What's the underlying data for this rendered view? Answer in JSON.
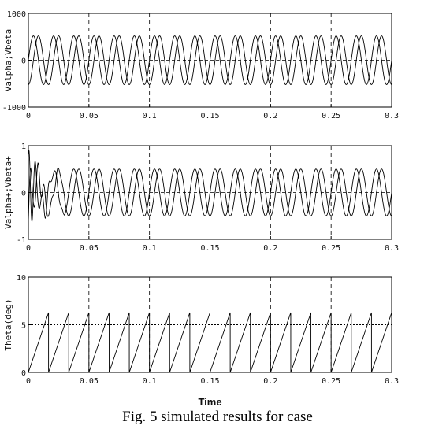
{
  "figure": {
    "caption": "Fig. 5 simulated results for case"
  },
  "chart_data": [
    {
      "type": "line",
      "ylabel": "Valpha;Vbeta",
      "xlabel": "",
      "xlim": [
        0,
        0.3
      ],
      "ylim": [
        -1000,
        1000
      ],
      "xticks": [
        "0",
        "0.05",
        "0.1",
        "0.15",
        "0.2",
        "0.25",
        "0.3"
      ],
      "yticks": [
        "1000",
        "0",
        "-1000"
      ],
      "grid": "dashed vertical lines and zero line",
      "series": [
        {
          "kind": "sine",
          "amplitude": 520,
          "frequency_hz": 60,
          "phase_deg": 0,
          "color": "#000000"
        },
        {
          "kind": "sine",
          "amplitude": 520,
          "frequency_hz": 60,
          "phase_deg": -90,
          "color": "#000000"
        }
      ]
    },
    {
      "type": "line",
      "ylabel": "Valpha+;Vbeta+",
      "xlabel": "",
      "xlim": [
        0,
        0.3
      ],
      "ylim": [
        -1,
        1
      ],
      "xticks": [
        "0",
        "0.05",
        "0.1",
        "0.15",
        "0.2",
        "0.25",
        "0.3"
      ],
      "yticks": [
        "1",
        "0",
        "-1"
      ],
      "grid": "dashed vertical lines and zero line",
      "transient_end_s": 0.03,
      "series": [
        {
          "kind": "sine_with_startup_transient",
          "amplitude": 0.5,
          "frequency_hz": 60,
          "phase_deg": 0,
          "peak_transient": 0.85,
          "color": "#000000"
        },
        {
          "kind": "sine_with_startup_transient",
          "amplitude": 0.5,
          "frequency_hz": 60,
          "phase_deg": -90,
          "peak_transient": -0.75,
          "color": "#000000"
        }
      ]
    },
    {
      "type": "line",
      "ylabel": "Theta(deg)",
      "xlabel": "Time",
      "xlim": [
        0,
        0.3
      ],
      "ylim": [
        0,
        10
      ],
      "xticks": [
        "0",
        "0.05",
        "0.1",
        "0.15",
        "0.2",
        "0.25",
        "0.3"
      ],
      "yticks": [
        "10",
        "5",
        "0"
      ],
      "grid": "dashed vertical lines and dotted line at 5",
      "reference_line": 5,
      "series": [
        {
          "kind": "sawtooth",
          "min": 0,
          "max": 6.28,
          "period_s": 0.016667,
          "color": "#000000"
        }
      ]
    }
  ]
}
